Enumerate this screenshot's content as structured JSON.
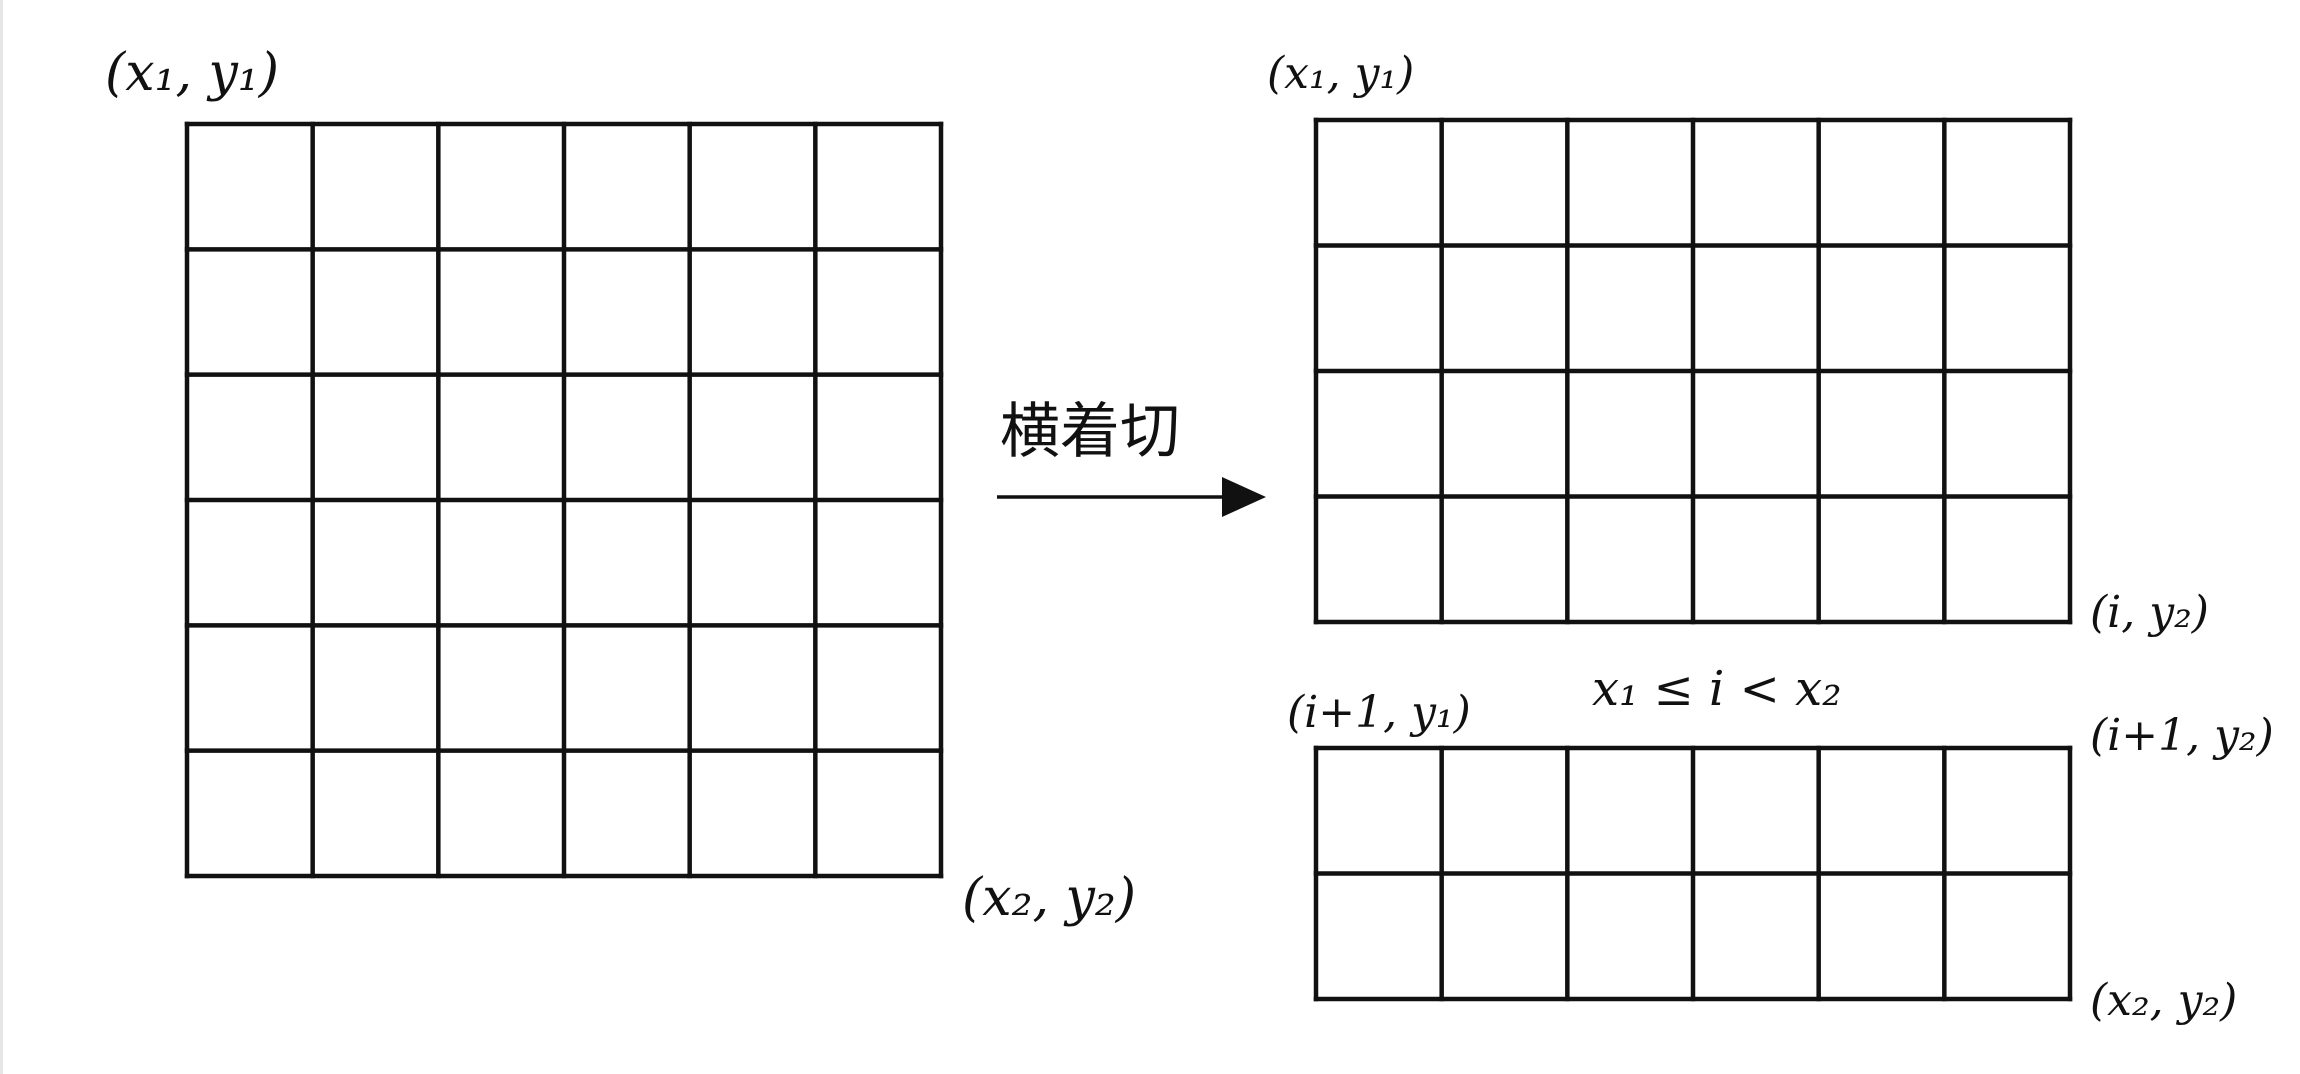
{
  "diagram": {
    "line_color": "#111111",
    "background_color": "#ffffff",
    "original_grid": {
      "rows": 6,
      "cols": 6,
      "top_left_label": "(x₁, y₁)",
      "bottom_right_label": "(x₂, y₂)"
    },
    "cut": {
      "label": "横着切",
      "arrow_icon": "arrow-right-icon"
    },
    "top_part": {
      "rows": 4,
      "cols": 6,
      "top_left_label": "(x₁, y₁)",
      "bottom_right_label": "(i, y₂)"
    },
    "condition": "x₁ ≤ i < x₂",
    "bottom_part": {
      "rows": 2,
      "cols": 6,
      "top_left_label": "(i+1, y₁)",
      "top_right_label": "(i+1, y₂)",
      "bottom_right_label": "(x₂, y₂)"
    }
  }
}
